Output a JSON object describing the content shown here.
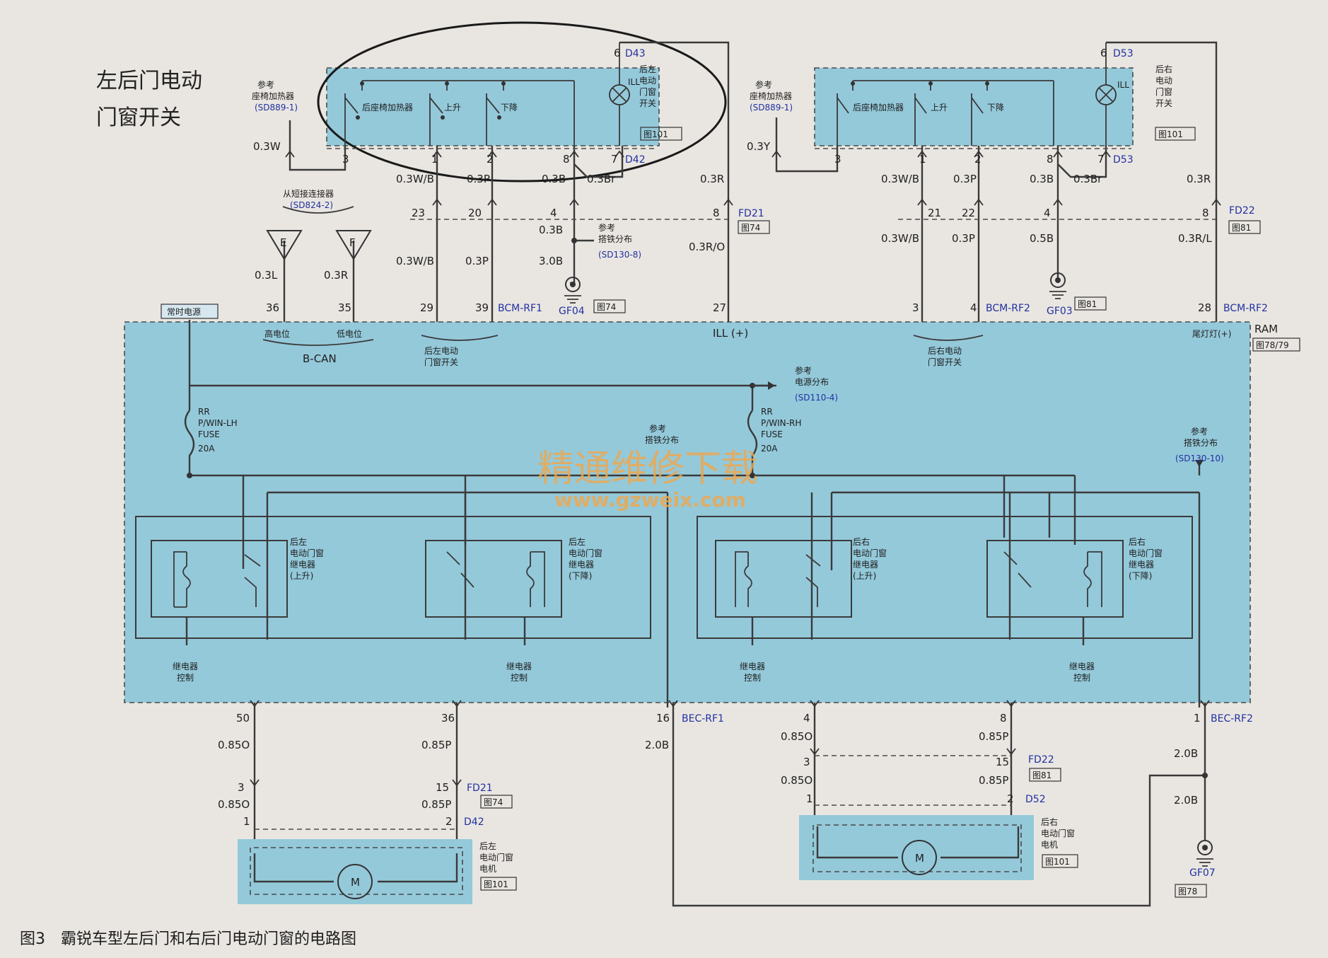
{
  "callout": {
    "line1": "左后门电动",
    "line2": "门窗开关"
  },
  "caption": "图3　霸锐车型左后门和右后门电动门窗的电路图",
  "watermark": {
    "cn": "精通维修下载",
    "url": "www.gzweix.com"
  },
  "ref_label": "参考",
  "left_switch": {
    "items": [
      "后座椅加热器",
      "上升",
      "下降"
    ],
    "name_lines": [
      "后左",
      "电动",
      "门窗",
      "开关"
    ],
    "top_pin": "6",
    "top_conn": "D43",
    "bot_pin": "7",
    "bot_conn": "D42",
    "ill": "ILL",
    "page": "图101",
    "pins": [
      "3",
      "1",
      "2",
      "8"
    ],
    "wires": [
      "0.3W",
      "0.3W/B",
      "0.3P",
      "0.3B",
      "0.3Br",
      "0.3R"
    ],
    "seat_ref": "座椅加热器",
    "seat_ref_code": "(SD889-1)"
  },
  "right_switch": {
    "items": [
      "后座椅加热器",
      "上升",
      "下降"
    ],
    "name_lines": [
      "后右",
      "电动",
      "门窗",
      "开关"
    ],
    "top_pin": "6",
    "top_conn": "D53",
    "bot_pin": "7",
    "bot_conn": "D53",
    "ill": "ILL",
    "page": "图101",
    "pins": [
      "3",
      "1",
      "2",
      "8"
    ],
    "wires": [
      "0.3Y",
      "0.3W/B",
      "0.3P",
      "0.3B",
      "0.3Br",
      "0.3R"
    ],
    "seat_ref": "座椅加热器",
    "seat_ref_code": "(SD889-1)"
  },
  "mid_left": {
    "pins": [
      "23",
      "20",
      "4",
      "8"
    ],
    "fd": "FD21",
    "fd_page": "图74",
    "wires": [
      "0.3B",
      "0.3W/B",
      "0.3P",
      "3.0B",
      "0.3R/O"
    ],
    "dist_ref": "搭铁分布",
    "dist_code": "(SD130-8)",
    "gnd": "GF04",
    "gnd_page": "图74"
  },
  "mid_right": {
    "pins": [
      "21",
      "22",
      "4",
      "8"
    ],
    "fd": "FD22",
    "fd_page": "图81",
    "wires": [
      "0.3W/B",
      "0.3P",
      "0.5B",
      "0.3R/L"
    ],
    "gnd": "GF03",
    "gnd_page": "图81"
  },
  "slave": {
    "title": "从短接连接器",
    "code": "(SD824-2)",
    "e": "E",
    "f": "F",
    "w1": "0.3L",
    "w2": "0.3R"
  },
  "bcm_pins": {
    "p36": "36",
    "p35": "35",
    "p29": "29",
    "p39": "39",
    "rf1": "BCM-RF1",
    "p27": "27",
    "p3": "3",
    "p4": "4",
    "rf2a": "BCM-RF2",
    "p28": "28",
    "rf2b": "BCM-RF2"
  },
  "ram": {
    "const_power": "常时电源",
    "low": "高电位",
    "high": "低电位",
    "bcan": "B-CAN",
    "left_sw": [
      "后左电动",
      "门窗开关"
    ],
    "ill": "ILL (+)",
    "right_sw": [
      "后右电动",
      "门窗开关"
    ],
    "tail": "尾灯灯(+)",
    "name": "RAM",
    "page": "图78/79",
    "power_dist": "电源分布",
    "power_dist_code": "(SD110-4)",
    "fuse_l": [
      "RR",
      "P/WIN-LH",
      "FUSE",
      "20A"
    ],
    "fuse_r": [
      "RR",
      "P/WIN-RH",
      "FUSE",
      "20A"
    ],
    "gnd_dist": "搭铁分布",
    "gnd_dist_r": "搭铁分布",
    "gnd_dist_r_code": "(SD130-10)"
  },
  "relays": [
    {
      "lines": [
        "后左",
        "电动门窗",
        "继电器",
        "(上升)"
      ],
      "ctrl": [
        "继电器",
        "控制"
      ]
    },
    {
      "lines": [
        "后左",
        "电动门窗",
        "继电器",
        "(下降)"
      ],
      "ctrl": [
        "继电器",
        "控制"
      ]
    },
    {
      "lines": [
        "后右",
        "电动门窗",
        "继电器",
        "(上升)"
      ],
      "ctrl": [
        "继电器",
        "控制"
      ]
    },
    {
      "lines": [
        "后右",
        "电动门窗",
        "继电器",
        "(下降)"
      ],
      "ctrl": [
        "继电器",
        "控制"
      ]
    }
  ],
  "bottom_left": {
    "p50": "50",
    "p36": "36",
    "p16": "16",
    "bec": "BEC-RF1",
    "w1": "0.85O",
    "w2": "0.85P",
    "w3": "2.0B",
    "p3": "3",
    "p15": "15",
    "fd": "FD21",
    "fd_page": "图74",
    "w4": "0.85O",
    "w5": "0.85P",
    "p1": "1",
    "p2": "2",
    "conn": "D42",
    "motor": [
      "后左",
      "电动门窗",
      "电机"
    ],
    "motor_page": "图101",
    "m": "M"
  },
  "bottom_right": {
    "p4": "4",
    "p8": "8",
    "p1": "1",
    "bec": "BEC-RF2",
    "w1": "0.85O",
    "w2": "0.85P",
    "w3": "2.0B",
    "p3": "3",
    "p15": "15",
    "fd": "FD22",
    "fd_page": "图81",
    "w4": "0.85O",
    "w5": "0.85P",
    "p1b": "1",
    "p2": "2",
    "conn": "D52",
    "motor": [
      "后右",
      "电动门窗",
      "电机"
    ],
    "motor_page": "图101",
    "m": "M",
    "w6": "2.0B",
    "gnd": "GF07",
    "gnd_page": "图78"
  }
}
